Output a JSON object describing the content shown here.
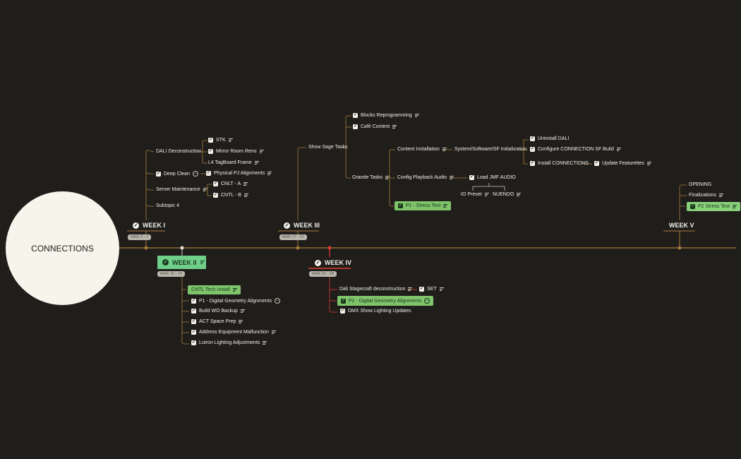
{
  "map": {
    "root": "CONNECTIONS",
    "colors": {
      "background": "#1f1e1b",
      "branch": "#a87a3a",
      "highlight": "#7fc36b",
      "active_week": "#e03a2f",
      "accent_week_box": "#6fcf88"
    },
    "weeks": [
      {
        "label": "WEEK I",
        "date": "MAR 3 - 7"
      },
      {
        "label": "WEEK II",
        "date": "MAR 10 - 14"
      },
      {
        "label": "WEEK III",
        "date": "MAR 17 - 21"
      },
      {
        "label": "WEEK IV",
        "date": "MAR 24 - 28"
      },
      {
        "label": "WEEK V"
      }
    ],
    "week1": {
      "dali_deconstruction": "DALI Deconstruction",
      "stk": "STK",
      "mirror_room_reno": "Mirror Room Reno",
      "l4_tagboard": "L4 TagBoard Frame",
      "deep_clean": "Deep Clean",
      "physical_pj": "Physical PJ Alignments",
      "server_maintenance": "Server Maintenance",
      "cnlt_a": "CNLT - A",
      "cntl_b": "CNTL - B",
      "subtopic4": "Subtopic 4"
    },
    "week2": {
      "cntl_tech_install": "CNTL Tech Install",
      "p1_geometry": "P1 - Digital Geometry Alignments",
      "build_wo_backup": "Build WO Backup",
      "act_space_prep": "ACT Space Prep",
      "address_equipment": "Address Equipment Malfunction",
      "lutron": "Lutron Lighting Adjustments"
    },
    "week3": {
      "show_sage_tasks": "Show Sage Tasks",
      "blocks_reprogramming": "Blocks Reprogramming",
      "cafe_content": "Café Content",
      "grande_tasks": "Grande Tasks",
      "content_installation": "Content Installation",
      "system_init": "System/Software/SF Initialization",
      "uninstall_dali": "Uninstall DALI",
      "configure_sf_build": "Configure CONNECTION SF Build",
      "install_connections": "Install CONNECTIONS",
      "update_featurettes": "Update Featurettes",
      "config_playback_audio": "Config Playback Audio",
      "load_jmf_audio": "Load JMF AUDIO",
      "io_preset": "IO Preset",
      "nuendo": "NUENDO",
      "p1_stress_test": "P1 - Stress Test"
    },
    "week4": {
      "dali_stagecraft": "Dali Stagecraft deconstruction",
      "set": "SET",
      "p2_geometry": "P2 - Digital Geometry Alignments",
      "dmx_updates": "DMX Show Lighting Updates"
    },
    "week5": {
      "opening": "OPENING",
      "finalizations": "Finalizations",
      "p2_stress_test": "P2 Stress Test"
    }
  }
}
